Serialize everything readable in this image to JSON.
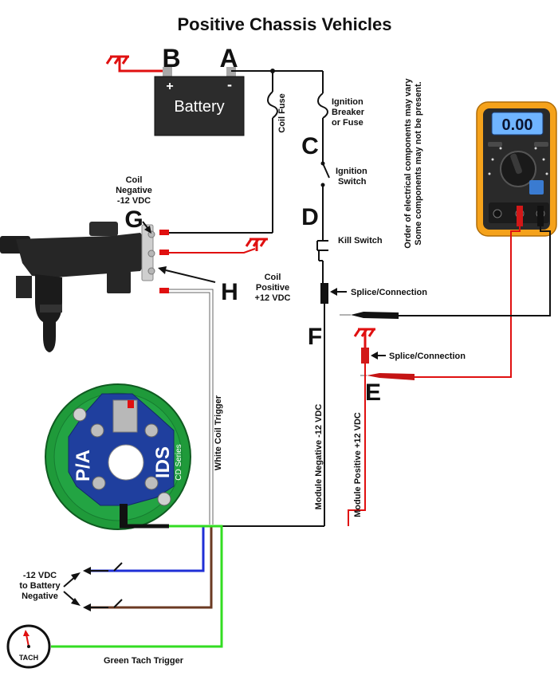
{
  "title": "Positive Chassis Vehicles",
  "letters": {
    "a": "A",
    "b": "B",
    "c": "C",
    "d": "D",
    "e": "E",
    "f": "F",
    "g": "G",
    "h": "H"
  },
  "battery": {
    "label": "Battery",
    "plus": "+",
    "minus": "-"
  },
  "labels": {
    "coil_fuse": "Coil Fuse",
    "ignition_breaker": [
      "Ignition",
      "Breaker",
      "or Fuse"
    ],
    "ignition_switch": [
      "Ignition",
      "Switch"
    ],
    "kill_switch": "Kill Switch",
    "splice_1": "Splice/Connection",
    "splice_2": "Splice/Connection",
    "coil_negative": [
      "Coil",
      "Negative",
      "-12 VDC"
    ],
    "coil_positive": [
      "Coil",
      "Positive",
      "+12 VDC"
    ],
    "white_coil_trigger": "White Coil Trigger",
    "module_negative": "Module Negative -12 VDC",
    "module_positive": "Module Positive +12 VDC",
    "note_line_1": "Order of electrical components may vary",
    "note_line_2": "Some components may not be present.",
    "ground_note": [
      "-12 VDC",
      "to Battery",
      "Negative"
    ],
    "green_tach": "Green Tach Trigger",
    "tach": "TACH"
  },
  "module": {
    "brand": "P/A",
    "model": "IDS",
    "series": "CD Series"
  },
  "multimeter": {
    "reading": "0.00"
  },
  "colors": {
    "red_wire": "#e01010",
    "black_wire": "#111111",
    "white_wire": "#ffffff",
    "blue_wire": "#1f2fd6",
    "brown_wire": "#6b3a22",
    "green_wire": "#33dd22",
    "module_green": "#1f9a3a",
    "module_blue": "#1f3f9e",
    "meter_orange": "#f5a21b",
    "lcd_blue": "#6fb4ff"
  }
}
